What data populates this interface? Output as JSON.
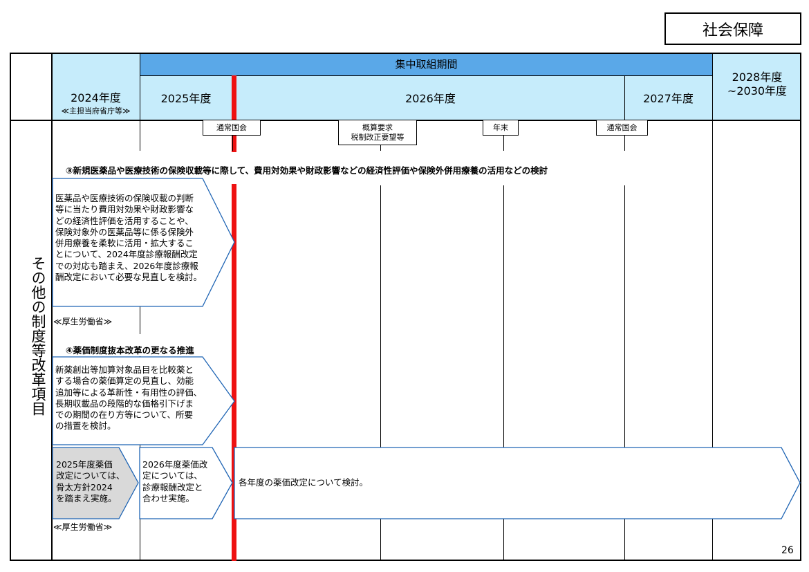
{
  "category_label": "社会保障",
  "header": {
    "period_banner": "集中取組期間",
    "col_2024_year": "2024年度",
    "col_2024_sub": "≪主担当府省庁等≫",
    "col_2025": "2025年度",
    "col_2026": "2026年度",
    "col_2027": "2027年度",
    "col_2028_line1": "2028年度",
    "col_2028_line2": "~2030年度"
  },
  "markers": {
    "m1": "通常国会",
    "m2_line1": "概算要求",
    "m2_line2": "税制改正要望等",
    "m3": "年末",
    "m4": "通常国会"
  },
  "side_label": "その他の制度等改革項目",
  "items": [
    {
      "title": "③新規医薬品や医療技術の保険収載等に際して、費用対効果や財政影響などの経済性評価や保険外併用療養の活用などの検討",
      "description": "医薬品や医療技術の保険収載の判断\n等に当たり費用対効果や財政影響な\nどの経済性評価を活用することや、\n保険対象外の医薬品等に係る保険外\n併用療養を柔軟に活用・拡大するこ\nとについて、2024年度診療報酬改定\nでの対応も踏まえ、2026年度診療報\n酬改定において必要な見直しを検討。",
      "ministry": "≪厚生労働省≫"
    },
    {
      "title": "④薬価制度抜本改革の更なる推進",
      "description": "新薬創出等加算対象品目を比較薬と\nする場合の薬価算定の見直し、効能\n追加等による革新性・有用性の評価、\n長期収載品の段階的な価格引下げま\nでの期間の在り方等について、所要\nの措置を検討。",
      "step_2025": "2025年度薬価\n改定については、\n骨太方針2024\nを踏まえ実施。",
      "step_2026": "2026年度薬価改\n定については、\n診療報酬改定と\n合わせ実施。",
      "step_later": "各年度の薬価改定について検討。",
      "ministry": "≪厚生労働省≫"
    }
  ],
  "page_number": "26",
  "colors": {
    "header_light": "#c6ecfb",
    "header_blue": "#5aa8e8",
    "timeline_red": "#ee1111",
    "arrow_stroke": "#1e64b4",
    "step_gray": "#d9d9d9"
  }
}
